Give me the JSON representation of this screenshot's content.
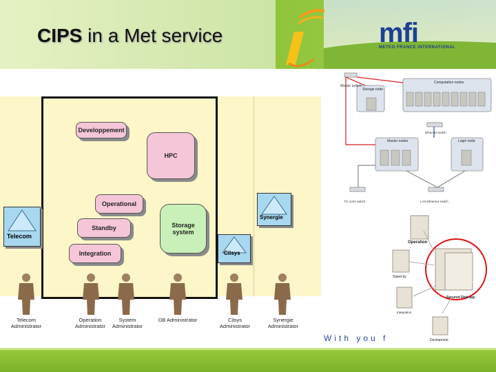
{
  "title": {
    "bold": "CIPS",
    "rest": " in a Met service"
  },
  "logo": {
    "name": "mfi",
    "subtitle": "METEO FRANCE INTERNATIONAL"
  },
  "boxes": {
    "developpement": "Developpement",
    "hpc": "HPC",
    "operational": "Operational",
    "standby": "Standby",
    "storage": "Storage system",
    "integration": "Integration",
    "telecom": "Telecom",
    "synergie": "Synergie",
    "cilsys": "Cilsys"
  },
  "people": [
    {
      "label": "Telecom Administrator"
    },
    {
      "label": "Operation Administrator"
    },
    {
      "label": "System Administrator"
    },
    {
      "label": "DB Administrator"
    },
    {
      "label": "Cilsys Administrator"
    },
    {
      "label": "Synergie Administrator"
    }
  ],
  "network": {
    "master_switch": "Master switch",
    "storage_node": "Storage node",
    "computation_nodes": "Computation nodes",
    "ethernet_switch": "Ethernet switch",
    "master_nodes": "Master nodes",
    "login_node": "Login node",
    "fc_san_switch": "FC SAN switch",
    "lan_switch": "LAN Ethernet switch"
  },
  "site": {
    "operation": "Operation",
    "standby": "Stand by",
    "integration": "Integration",
    "secured_bay": "Secured Disk bay",
    "development": "Devlopment"
  },
  "slogan": "With you f"
}
